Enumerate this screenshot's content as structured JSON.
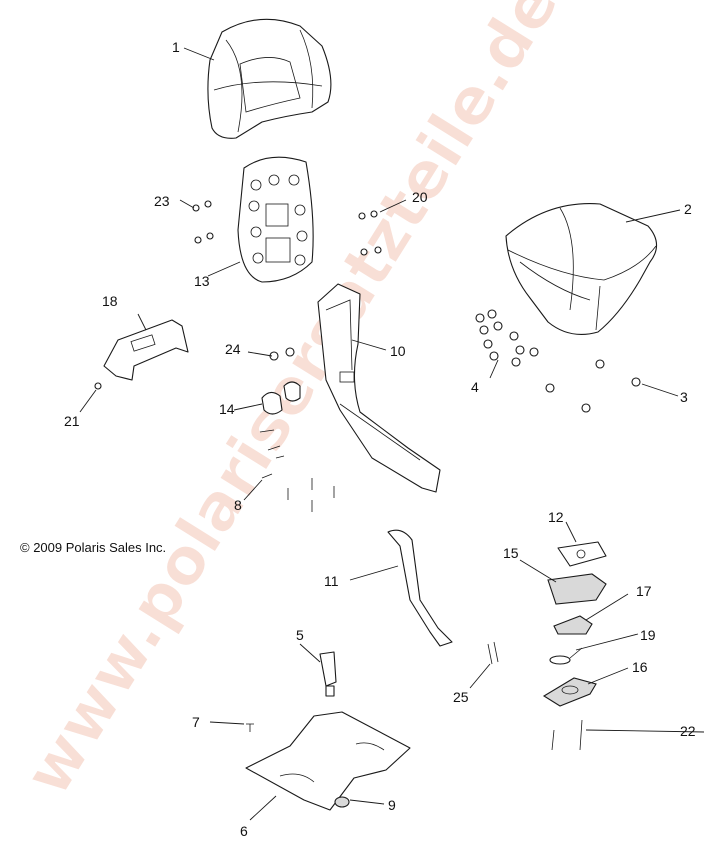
{
  "watermark": "www.polarisersatzteile.de",
  "copyright": "© 2009 Polaris Sales Inc.",
  "callouts": {
    "c1": "1",
    "c2": "2",
    "c3": "3",
    "c4": "4",
    "c5": "5",
    "c6": "6",
    "c7": "7",
    "c8": "8",
    "c9": "9",
    "c10": "10",
    "c11": "11",
    "c12": "12",
    "c13": "13",
    "c14": "14",
    "c15": "15",
    "c16": "16",
    "c17": "17",
    "c18": "18",
    "c19": "19",
    "c20": "20",
    "c21": "21",
    "c22": "22",
    "c23": "23",
    "c24": "24",
    "c25": "25"
  },
  "colors": {
    "line": "#1a1a1a",
    "watermark": "#f3c4b4",
    "background": "#ffffff"
  }
}
